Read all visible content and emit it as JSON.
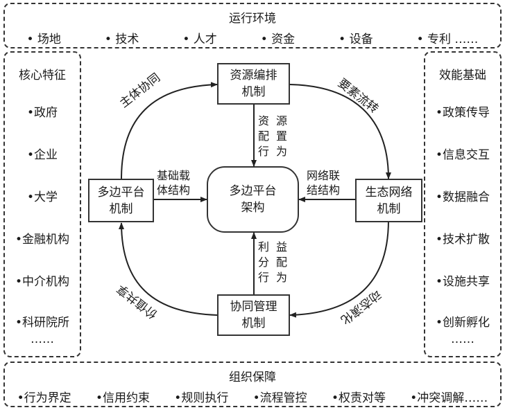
{
  "top_band": {
    "title": "运行环境",
    "items": [
      "• 场地",
      "• 技术",
      "• 人才",
      "• 资金",
      "• 设备",
      "• 专利 ……"
    ]
  },
  "left_panel": {
    "title": "核心特征",
    "items": [
      "•政府",
      "•企业",
      "•大学",
      "•金融机构",
      "•中介机构",
      "•科研院所",
      "……"
    ]
  },
  "right_panel": {
    "title": "效能基础",
    "items": [
      "•政策传导",
      "•信息交互",
      "•数据融合",
      "•技术扩散",
      "•设施共享",
      "•创新孵化",
      "……"
    ]
  },
  "bottom_band": {
    "title": "组织保障",
    "items": [
      "•行为界定",
      "•信用约束",
      "•规则执行",
      "•流程管控",
      "•权责对等",
      "•冲突调解……"
    ]
  },
  "nodes": {
    "resource": {
      "line1": "资源编排",
      "line2": "机制"
    },
    "platform": {
      "line1": "多边平台",
      "line2": "机制"
    },
    "ecology": {
      "line1": "生态网络",
      "line2": "机制"
    },
    "collab": {
      "line1": "协同管理",
      "line2": "机制"
    },
    "center": {
      "line1": "多边平台",
      "line2": "架构"
    }
  },
  "edge_labels": {
    "subject_synergy": "主体协同",
    "factor_flow": "要素流转",
    "value_sharing": "价值共享",
    "dynamic_evolution": "动态演化",
    "base_carrier_1": "基础载",
    "base_carrier_2": "体结构",
    "network_link_1": "网络联",
    "network_link_2": "结结构",
    "resource_col1": "资配行",
    "resource_col2": "源置为",
    "benefit_col1": "利分行",
    "benefit_col2": "益配为"
  }
}
